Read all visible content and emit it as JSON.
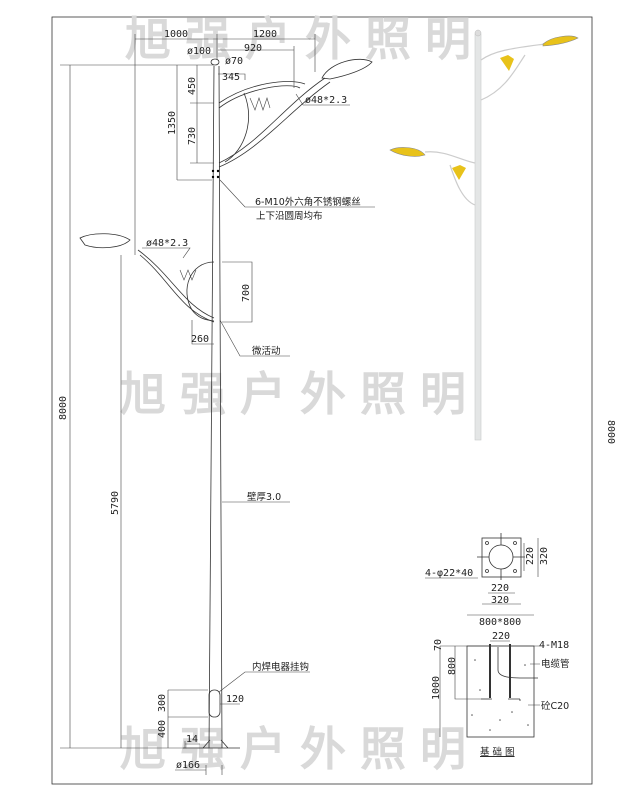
{
  "watermark": "旭强户外照明",
  "pole_drawing": {
    "total_height": "8000",
    "lower_arm_height": "5790",
    "arm_span_left": "1000",
    "arm_span_right": "1200",
    "top_diameter": "ø100",
    "cap_diameter": "ø70",
    "upper_reach": "920",
    "arm_offset": "345",
    "dim_450": "450",
    "dim_1350": "1350",
    "dim_730": "730",
    "upper_arm_pipe": "ø48*2.3",
    "lower_arm_pipe": "ø48*2.3",
    "bolt_note_1": "6-M10外六角不锈钢螺丝",
    "bolt_note_2": "上下沿圆周均布",
    "dim_700": "700",
    "dim_260": "260",
    "adjustable_note": "微活动",
    "wall_thickness": "壁厚3.0",
    "hook_note": "内焊电器挂钩",
    "door_width": "120",
    "door_height": "300",
    "door_offset": "400",
    "plate_thickness": "14",
    "base_diameter": "ø166"
  },
  "base_plate": {
    "holes": "4-φ22*40",
    "inner_w": "220",
    "outer_w": "320",
    "inner_h": "220",
    "outer_h": "320"
  },
  "foundation": {
    "size": "800*800",
    "bolt_spacing": "220",
    "bolts": "4-M18",
    "dim_70": "70",
    "dim_800": "800",
    "dim_1000": "1000",
    "cable_pipe": "电缆管",
    "concrete": "砼C20",
    "title": "基 础 图"
  },
  "side_label": "8000",
  "colors": {
    "lamp_yellow": "#e8c21a",
    "line": "#333333",
    "watermark": "#d9d9d9"
  }
}
